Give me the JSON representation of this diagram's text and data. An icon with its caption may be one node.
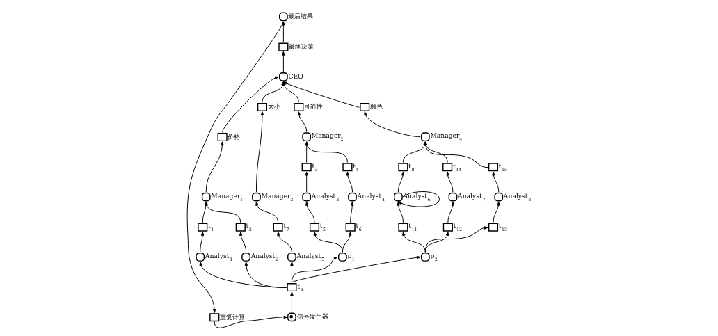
{
  "diagram": {
    "nodes": [
      {
        "text": [
          "最后结果"
        ]
      },
      {
        "text": [
          "最终决策"
        ]
      },
      {
        "text": [
          "CEO"
        ]
      },
      {
        "text": [
          "价格"
        ]
      },
      {
        "text": [
          "可靠性"
        ]
      },
      {
        "text": [
          "大小"
        ]
      },
      {
        "text": [
          "颜色"
        ]
      },
      {
        "text": [
          "重复计算"
        ]
      },
      {
        "text": [
          "Manager$_{1}$"
        ]
      },
      {
        "text": [
          "Manager$_{2}$"
        ]
      },
      {
        "text": [
          "Manager$_{3}$"
        ]
      },
      {
        "text": [
          "Manager$_{4}$"
        ]
      },
      {
        "text": [
          "t$_{1}$"
        ]
      },
      {
        "text": [
          "t$_{2}$"
        ]
      },
      {
        "text": [
          "t$_{3}$"
        ]
      },
      {
        "text": [
          "t$_{4}$"
        ]
      },
      {
        "text": [
          "t$_{7}$"
        ]
      },
      {
        "text": [
          "t$_{8}$"
        ]
      },
      {
        "text": [
          "t$_{14}$"
        ]
      },
      {
        "text": [
          "t$_{15}$"
        ]
      },
      {
        "text": [
          "Analyst$_{1}$"
        ]
      },
      {
        "text": [
          "Analyst$_{2}$"
        ]
      },
      {
        "text": [
          "Analyst$_{3}$"
        ]
      },
      {
        "text": [
          "Analyst$_{4}$"
        ]
      },
      {
        "text": [
          "Analyst$_{5}$"
        ]
      },
      {
        "text": [
          "Analyst$_{6}$"
        ]
      },
      {
        "text": [
          "Analyst$_{7}$"
        ]
      },
      {
        "text": [
          "Analyst$_{8}$"
        ]
      },
      {
        "text": [
          "t$_{5}$"
        ]
      },
      {
        "text": [
          "t$_{6}$"
        ]
      },
      {
        "text": [
          "t$_{11}$"
        ]
      },
      {
        "text": [
          "t$_{12}$"
        ]
      },
      {
        "text": [
          "t$_{13}$"
        ]
      },
      {
        "text": [
          "p$_{1}$"
        ]
      },
      {
        "text": [
          "p$_{2}$"
        ]
      },
      {
        "text": [
          "t$_{9}$"
        ]
      },
      {
        "text": [
          "信号发生器"
        ]
      }
    ],
    "edges": [
      {
        "from": 1,
        "to": 0,
        "arrow": "to"
      },
      {
        "from": 2,
        "to": 1,
        "arrow": "to"
      },
      {
        "from": 3,
        "to": 2,
        "arrow": "to"
      },
      {
        "from": 4,
        "to": 2,
        "arrow": "to"
      },
      {
        "from": 5,
        "to": 2,
        "arrow": "to"
      },
      {
        "from": 6,
        "to": 2,
        "arrow": "to"
      },
      {
        "from": 8,
        "to": 3,
        "arrow": "to"
      },
      {
        "from": 9,
        "to": 4,
        "arrow": "to"
      },
      {
        "from": 10,
        "to": 5,
        "arrow": "to"
      },
      {
        "from": 11,
        "to": 6,
        "arrow": "to"
      },
      {
        "from": 12,
        "to": 8,
        "arrow": "to"
      },
      {
        "from": 13,
        "to": 8,
        "arrow": "to"
      },
      {
        "from": 14,
        "to": 9,
        "arrow": "to"
      },
      {
        "from": 15,
        "to": 9,
        "arrow": "to"
      },
      {
        "from": 16,
        "to": 10,
        "arrow": "to"
      },
      {
        "from": 17,
        "to": 11,
        "arrow": "to"
      },
      {
        "from": 18,
        "to": 11,
        "arrow": "to"
      },
      {
        "from": 19,
        "to": 11,
        "arrow": "to"
      },
      {
        "from": 20,
        "to": 12,
        "arrow": "to"
      },
      {
        "from": 21,
        "to": 13,
        "arrow": "to"
      },
      {
        "from": 22,
        "to": 14,
        "arrow": "to"
      },
      {
        "from": 23,
        "to": 15,
        "arrow": "to"
      },
      {
        "from": 24,
        "to": 16,
        "arrow": "to"
      },
      {
        "from": 25,
        "to": 17,
        "arrow": "to"
      },
      {
        "from": 26,
        "to": 18,
        "arrow": "to"
      },
      {
        "from": 27,
        "to": 19,
        "arrow": "to"
      },
      {
        "from": 28,
        "to": 22,
        "arrow": "to"
      },
      {
        "from": 29,
        "to": 23,
        "arrow": "to"
      },
      {
        "from": 30,
        "to": 25,
        "arrow": "to"
      },
      {
        "from": 25,
        "to": 25,
        "arrow": "to"
      },
      {
        "from": 31,
        "to": 26,
        "arrow": "to"
      },
      {
        "from": 32,
        "to": 27,
        "arrow": "to"
      },
      {
        "from": 33,
        "to": 28,
        "arrow": "to"
      },
      {
        "from": 33,
        "to": 29,
        "arrow": "to"
      },
      {
        "from": 34,
        "to": 30,
        "arrow": "to"
      },
      {
        "from": 34,
        "to": 31,
        "arrow": "to"
      },
      {
        "from": 34,
        "to": 32,
        "arrow": "to"
      },
      {
        "from": 35,
        "to": 33,
        "arrow": "to"
      },
      {
        "from": 35,
        "to": 34,
        "arrow": "to"
      },
      {
        "from": 35,
        "to": 20,
        "arrow": "to"
      },
      {
        "from": 35,
        "to": 21,
        "arrow": "to"
      },
      {
        "from": 35,
        "to": 24,
        "arrow": "to"
      },
      {
        "from": 36,
        "to": 35,
        "arrow": "to"
      },
      {
        "from": 0,
        "to": 7,
        "arrow": "to"
      },
      {
        "from": 7,
        "to": 36,
        "arrow": "to"
      }
    ]
  }
}
